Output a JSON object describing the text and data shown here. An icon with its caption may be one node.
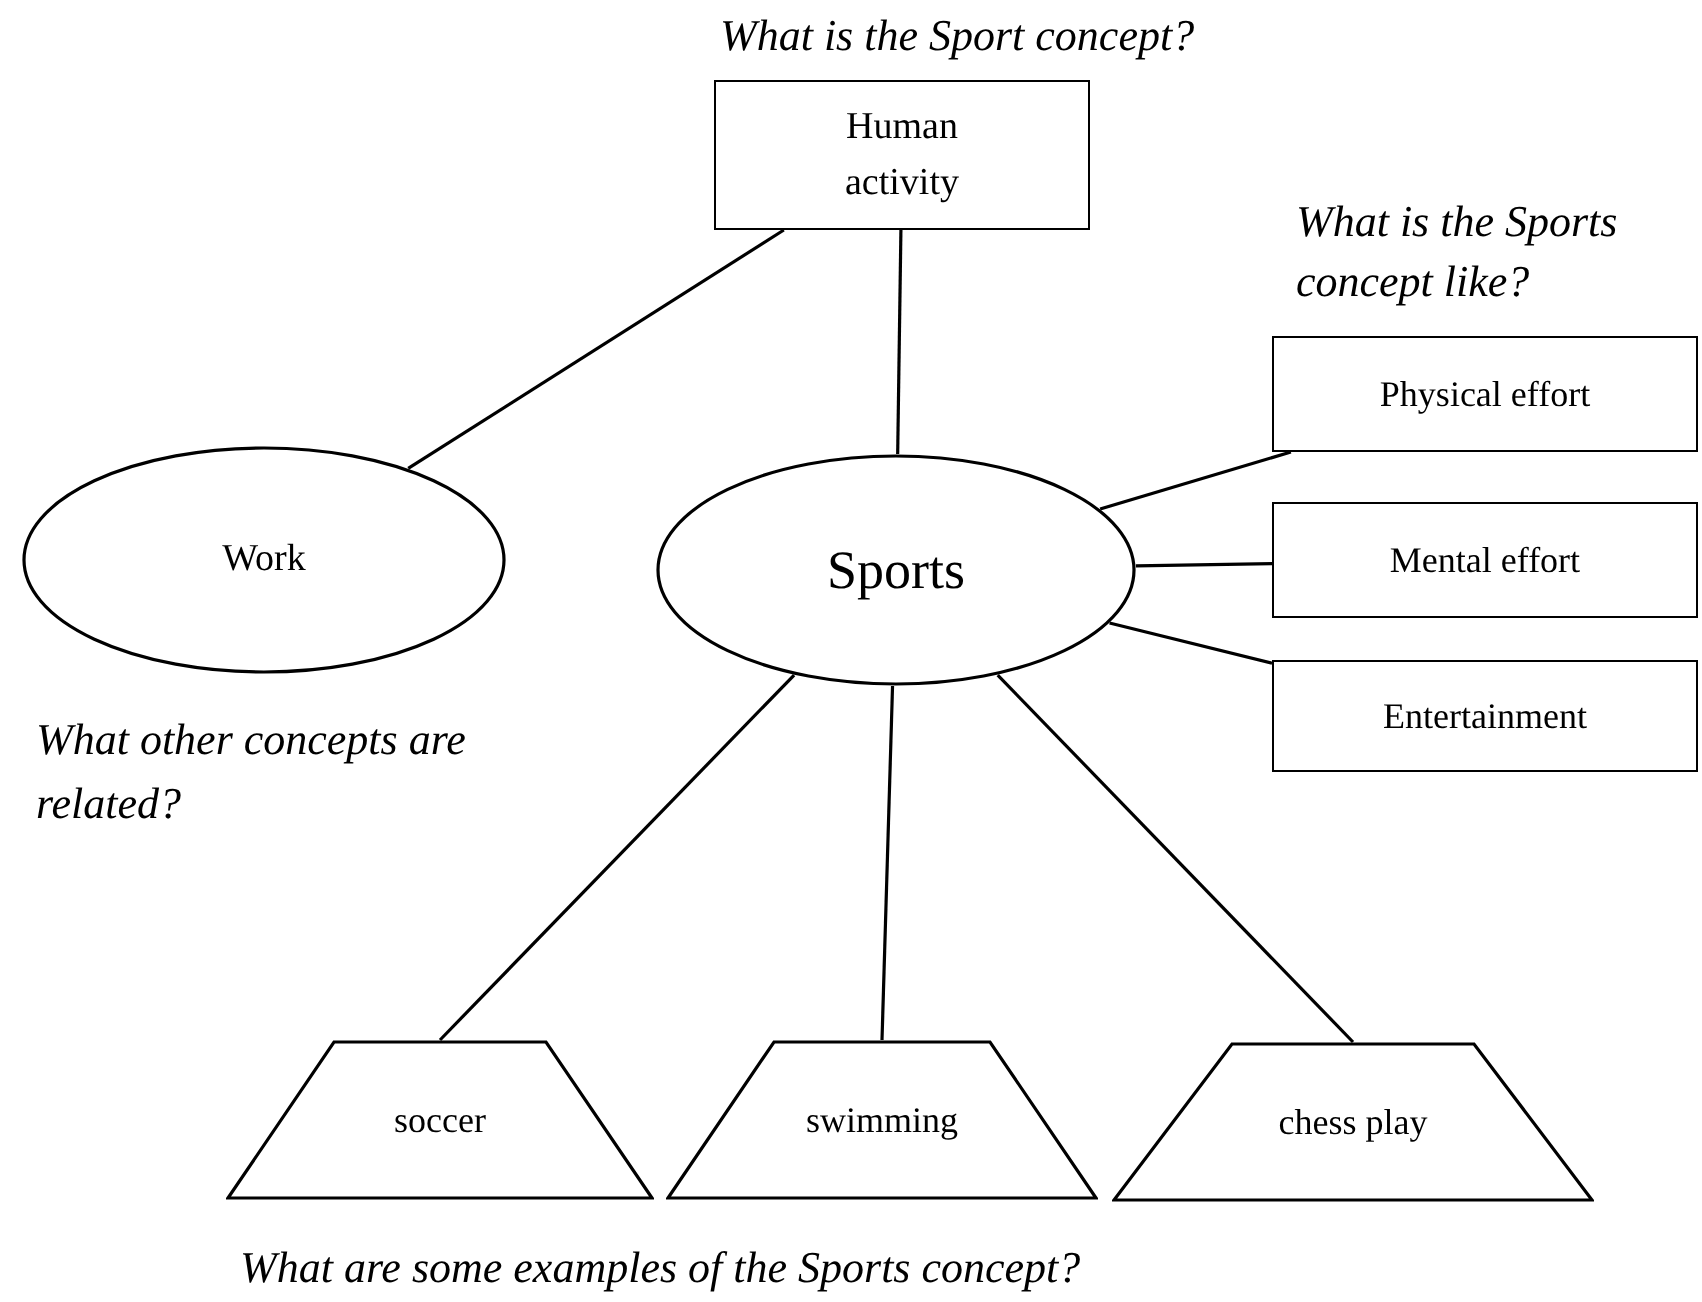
{
  "diagram": {
    "nodes": [
      {
        "text": [
          "Human activity"
        ]
      },
      {
        "text": [
          "Work"
        ]
      },
      {
        "text": [
          "Sports"
        ]
      },
      {
        "text": [
          "Physical effort"
        ]
      },
      {
        "text": [
          "Mental effort"
        ]
      },
      {
        "text": [
          "Entertainment"
        ]
      },
      {
        "text": [
          "soccer"
        ]
      },
      {
        "text": [
          "swimming"
        ]
      },
      {
        "text": [
          "chess play"
        ]
      }
    ],
    "edges": [
      {
        "from": 0,
        "to": 1,
        "arrow": "none"
      },
      {
        "from": 0,
        "to": 2,
        "arrow": "none"
      },
      {
        "from": 2,
        "to": 3,
        "arrow": "none"
      },
      {
        "from": 2,
        "to": 4,
        "arrow": "none"
      },
      {
        "from": 2,
        "to": 5,
        "arrow": "none"
      },
      {
        "from": 2,
        "to": 6,
        "arrow": "none"
      },
      {
        "from": 2,
        "to": 7,
        "arrow": "none"
      },
      {
        "from": 2,
        "to": 8,
        "arrow": "none"
      }
    ],
    "labels": [
      "What is the Sport concept?",
      "What is the Sports concept like?",
      "What other concepts are related?",
      "What are some examples of the Sports concept?"
    ]
  }
}
